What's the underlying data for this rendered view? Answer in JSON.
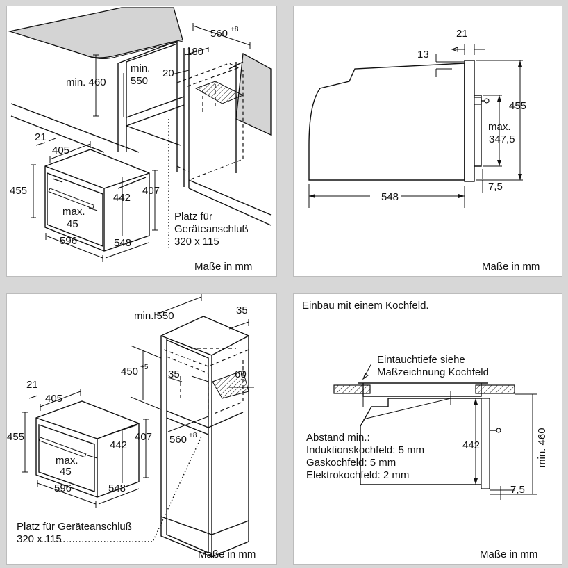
{
  "panels": {
    "top_left": {
      "dims": {
        "d560": "560",
        "d560_sup": "+8",
        "d180": "180",
        "d20": "20",
        "min550_a": "min.",
        "min550_b": "550",
        "min460": "min. 460",
        "d21": "21",
        "d405": "405",
        "d455": "455",
        "d442": "442",
        "d407": "407",
        "max45_a": "max.",
        "max45_b": "45",
        "d596": "596",
        "d548": "548"
      },
      "note_lines": [
        "Platz für",
        "Geräteanschluß",
        "320 x 115"
      ],
      "footer": "Maße in mm"
    },
    "top_right": {
      "dims": {
        "d21": "21",
        "d13": "13",
        "d455": "455",
        "max3475_a": "max.",
        "max3475_b": "347,5",
        "d75": "7,5",
        "d548": "548"
      },
      "footer": "Maße in mm"
    },
    "bottom_left": {
      "dims": {
        "min550": "min. 550",
        "d35_top": "35",
        "d450": "450",
        "d450_sup": "+5",
        "d35_mid": "35",
        "d60": "60",
        "d560": "560",
        "d560_sup": "+8",
        "d21": "21",
        "d405": "405",
        "d455": "455",
        "d442": "442",
        "d407": "407",
        "max45_a": "max.",
        "max45_b": "45",
        "d596": "596",
        "d548": "548"
      },
      "note_lines": [
        "Platz für Geräteanschluß",
        "320 x 115"
      ],
      "footer": "Maße in mm"
    },
    "bottom_right": {
      "title": "Einbau mit einem Kochfeld.",
      "callout_lines": [
        "Eintauchtiefe siehe",
        "Maßzeichnung Kochfeld"
      ],
      "dims": {
        "d442": "442",
        "min460": "min. 460",
        "d75": "7,5"
      },
      "distance_lines": [
        "Abstand min.:",
        "Induktionskochfeld: 5 mm",
        "Gaskochfeld: 5 mm",
        "Elektrokochfeld: 2 mm"
      ],
      "footer": "Maße in mm"
    }
  }
}
